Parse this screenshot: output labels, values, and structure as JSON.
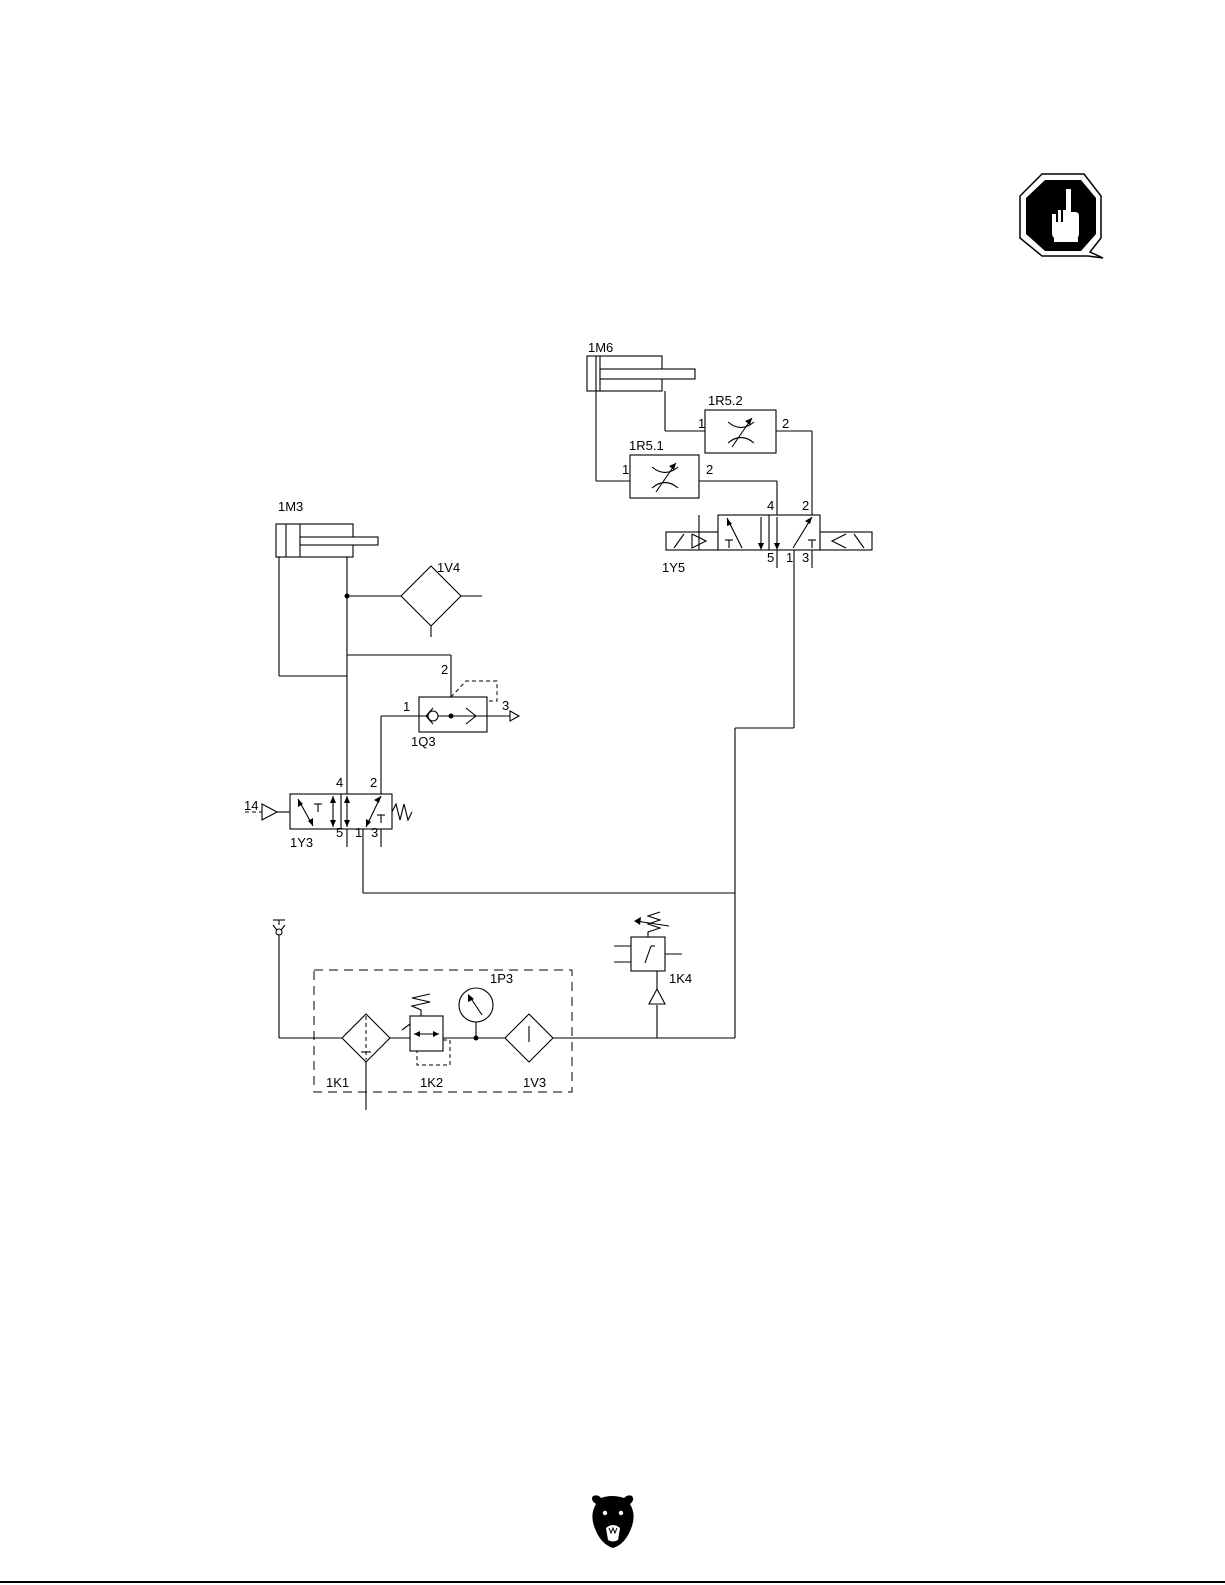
{
  "components": {
    "cyl_1m6": "1M6",
    "cyl_1m3": "1M3",
    "valve_1r52": "1R5.2",
    "valve_1r51": "1R5.1",
    "valve_1y5": "1Y5",
    "valve_1y3": "1Y3",
    "filter_1v4": "1V4",
    "valve_1q3": "1Q3",
    "gauge_1p3": "1P3",
    "switch_1k4": "1K4",
    "unit_1k1": "1K1",
    "unit_1k2": "1K2",
    "unit_1v3": "1V3"
  },
  "ports": {
    "p1r52_1": "1",
    "p1r52_2": "2",
    "p1r51_1": "1",
    "p1r51_2": "2",
    "p1y5_4": "4",
    "p1y5_2": "2",
    "p1y5_5": "5",
    "p1y5_1": "1",
    "p1y5_3": "3",
    "p1q3_2": "2",
    "p1q3_1": "1",
    "p1q3_3": "3",
    "p1y3_4": "4",
    "p1y3_2": "2",
    "p1y3_14": "14",
    "p1y3_5": "5",
    "p1y3_1": "1",
    "p1y3_3": "3"
  },
  "icons": {
    "caution": "hand-stop-octagon-icon",
    "logo": "bear-head-logo-icon"
  },
  "colors": {
    "line": "#000000",
    "background": "#ffffff"
  }
}
